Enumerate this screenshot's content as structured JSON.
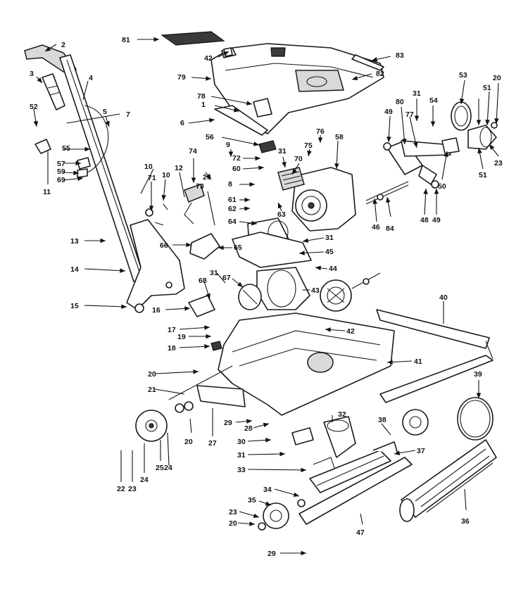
{
  "callouts": [
    "81",
    "2",
    "42",
    "83",
    "3",
    "79",
    "82",
    "53",
    "4",
    "20",
    "31",
    "54",
    "78",
    "80",
    "5",
    "49",
    "51",
    "52",
    "7",
    "1",
    "77",
    "55",
    "6",
    "76",
    "56",
    "75",
    "58",
    "57",
    "9",
    "72",
    "31",
    "60",
    "74",
    "70",
    "59",
    "10",
    "26",
    "71",
    "10",
    "12",
    "69",
    "11",
    "8",
    "73",
    "61",
    "62",
    "63",
    "50",
    "23",
    "51",
    "64",
    "48",
    "46",
    "84",
    "49",
    "31",
    "13",
    "66",
    "65",
    "45",
    "14",
    "44",
    "31",
    "67",
    "40",
    "43",
    "68",
    "15",
    "16",
    "42",
    "17",
    "19",
    "18",
    "41",
    "20",
    "39",
    "21",
    "32",
    "38",
    "29",
    "27",
    "28",
    "30",
    "20",
    "37",
    "31",
    "24",
    "33",
    "25",
    "22",
    "23",
    "24",
    "34",
    "36",
    "35",
    "23",
    "20",
    "47",
    "29"
  ],
  "colors": {
    "line": "#1a1a1a",
    "background": "#ffffff"
  }
}
